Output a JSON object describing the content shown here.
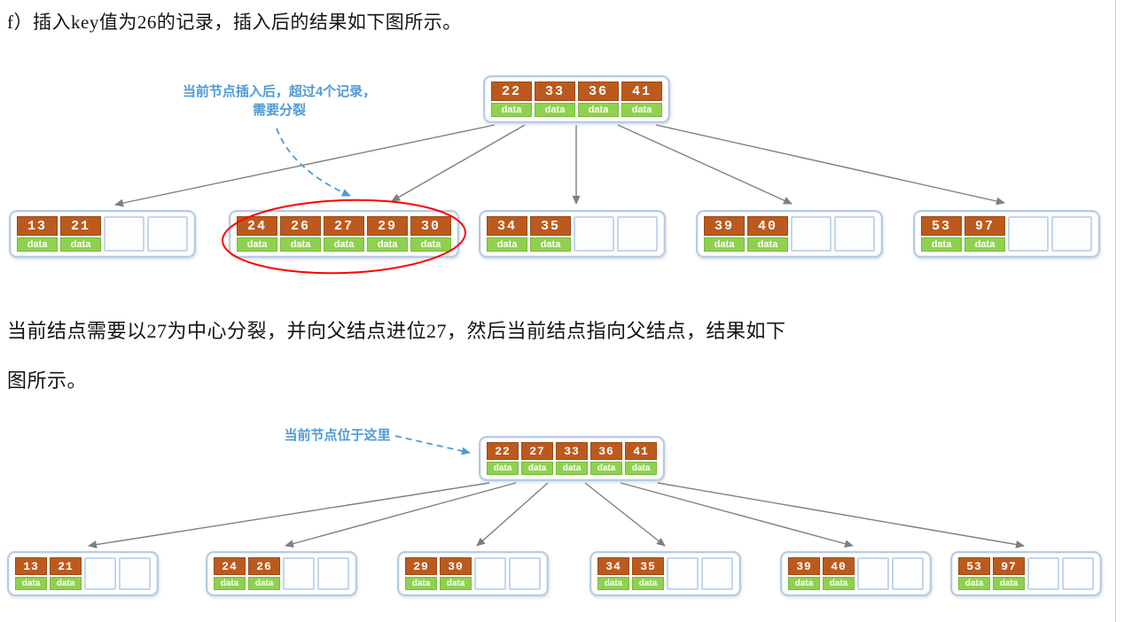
{
  "data_label": "data",
  "page": {
    "intro_text": "f）插入key值为26的记录，插入后的结果如下图所示。",
    "split_text_line1": "当前结点需要以27为中心分裂，并向父结点进位27，然后当前结点指向父结点，结果如下",
    "split_text_line2": "图所示。"
  },
  "diagram1": {
    "annotation_line1": "当前节点插入后，超过4个记录，",
    "annotation_line2": "需要分裂",
    "root": {
      "keys": [
        "22",
        "33",
        "36",
        "41"
      ],
      "slots": 4
    },
    "leaves": [
      {
        "keys": [
          "13",
          "21"
        ],
        "slots": 4
      },
      {
        "keys": [
          "24",
          "26",
          "27",
          "29",
          "30"
        ],
        "slots": 5,
        "highlighted": true
      },
      {
        "keys": [
          "34",
          "35"
        ],
        "slots": 4
      },
      {
        "keys": [
          "39",
          "40"
        ],
        "slots": 4
      },
      {
        "keys": [
          "53",
          "97"
        ],
        "slots": 4
      }
    ]
  },
  "diagram2": {
    "annotation": "当前节点位于这里",
    "root": {
      "keys": [
        "22",
        "27",
        "33",
        "36",
        "41"
      ],
      "slots": 5
    },
    "leaves": [
      {
        "keys": [
          "13",
          "21"
        ],
        "slots": 4
      },
      {
        "keys": [
          "24",
          "26"
        ],
        "slots": 4
      },
      {
        "keys": [
          "29",
          "30"
        ],
        "slots": 4
      },
      {
        "keys": [
          "34",
          "35"
        ],
        "slots": 4
      },
      {
        "keys": [
          "39",
          "40"
        ],
        "slots": 4
      },
      {
        "keys": [
          "53",
          "97"
        ],
        "slots": 4
      }
    ]
  },
  "colors": {
    "key_bg": "#bc5a1e",
    "data_bg": "#8fd14f",
    "node_border": "#b7cbe3",
    "arrow_gray": "#7f7f7f",
    "annotation_blue": "#4f9bd5",
    "highlight_red": "#ff0000"
  }
}
